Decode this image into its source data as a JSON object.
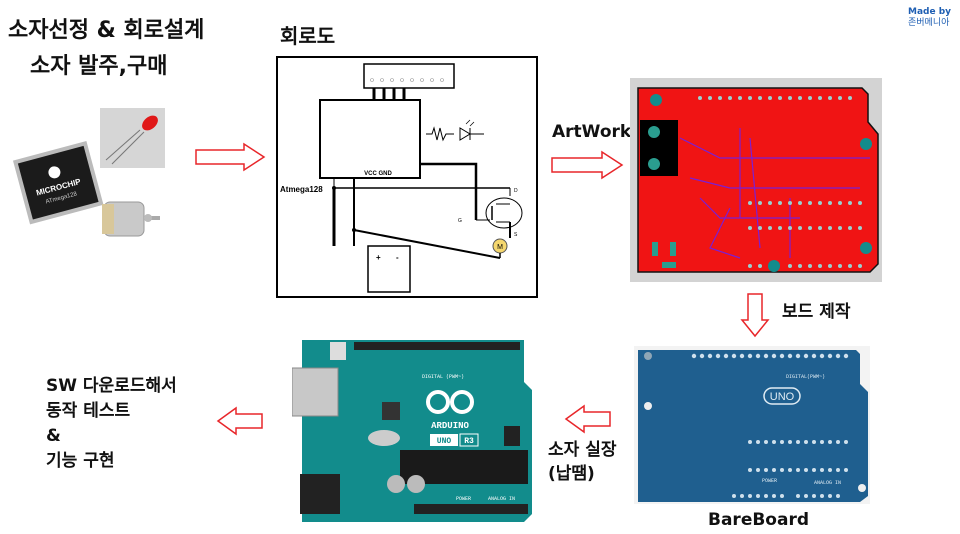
{
  "credit": {
    "line1": "Made by",
    "line2": "존버메니아"
  },
  "steps": {
    "select": {
      "line1": "소자선정 & 회로설계",
      "line2": "소자  발주,구매"
    },
    "schematic": {
      "title": "회로도",
      "chip_label": "Atmega128",
      "pins_label": "VCC GND",
      "battery_plus": "+",
      "battery_minus": "-",
      "motor_label": "M",
      "mosfet_g": "G",
      "mosfet_d": "D",
      "mosfet_s": "S"
    },
    "artwork": {
      "label": "ArtWork"
    },
    "board_fab": {
      "label": "보드 제작"
    },
    "bareboard": {
      "label": "BareBoard",
      "uno_text": "UNO",
      "digital_text": "DIGITAL(PWM~)",
      "analog_text": "ANALOG IN",
      "power_text": "POWER"
    },
    "assembly": {
      "line1": "소자 실장",
      "line2": "(납땜)"
    },
    "arduino": {
      "logo_text": "ARDUINO",
      "model": "UNO",
      "rev": "R3",
      "digital_text": "DIGITAL (PWM~)",
      "analog_text": "ANALOG IN",
      "power_text": "POWER"
    },
    "test": {
      "line1": "SW 다운로드해서",
      "line2": "동작 테스트",
      "line3": "&",
      "line4": "기능 구현"
    }
  },
  "components": {
    "chip_brand": "MICROCHIP",
    "chip_model": "ATmega128"
  },
  "colors": {
    "arrow": "#e8262a",
    "pcb_red": "#f01414",
    "pcb_trace": "#7a1fd6",
    "arduino_teal": "#128c8c",
    "bare_blue": "#1f5f8f",
    "credit_blue": "#1f5fb3"
  }
}
